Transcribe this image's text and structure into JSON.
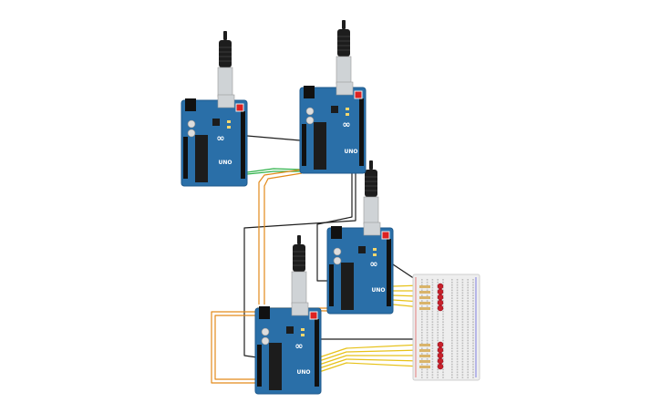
{
  "scene": {
    "background": "#ffffff",
    "board_count": 4,
    "breadboard_count": 1,
    "led_count": 10
  },
  "boards": [
    {
      "id": "board-1",
      "logo_text": "∞",
      "brand_text": "UNO"
    },
    {
      "id": "board-2",
      "logo_text": "∞",
      "brand_text": "UNO"
    },
    {
      "id": "board-3",
      "logo_text": "∞",
      "brand_text": "UNO"
    },
    {
      "id": "board-4",
      "logo_text": "∞",
      "brand_text": "UNO"
    }
  ],
  "colors": {
    "board": "#2a6fa8",
    "board_dark": "#1f5a8c",
    "chip": "#1c1c1c",
    "usb": "#cfd3d6",
    "cable": "#1d1d1d",
    "wire_black": "#1f1f1f",
    "wire_green": "#2fb24a",
    "wire_orange": "#e38a1a",
    "wire_yellow": "#e7c21a",
    "led": "#c8202a",
    "resistor": "#d9b46a",
    "breadboard": "#eeeeee",
    "breadboard_hole": "#bdbdbd"
  },
  "icons": {
    "board": "arduino-uno-icon",
    "usb": "usb-cable-icon",
    "led": "led-icon",
    "breadboard": "breadboard-icon"
  }
}
